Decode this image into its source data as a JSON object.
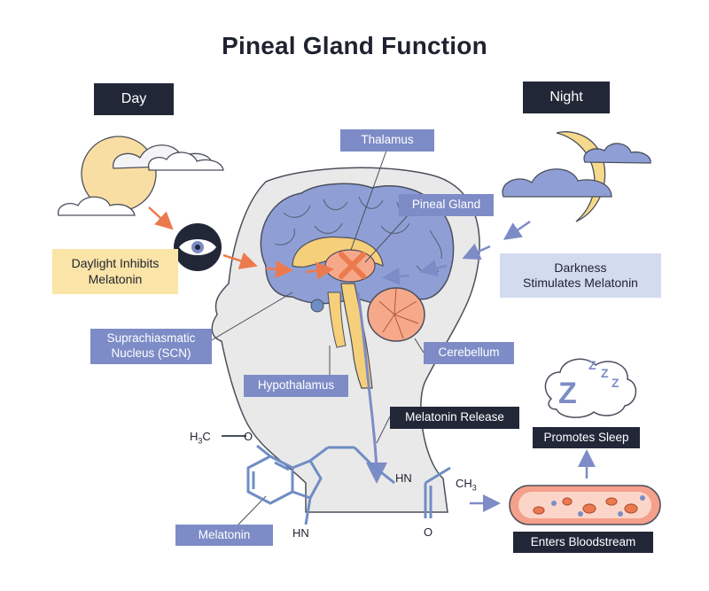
{
  "title": "Pineal Gland Function",
  "labels": {
    "day": "Day",
    "night": "Night",
    "thalamus": "Thalamus",
    "pineal_gland": "Pineal Gland",
    "daylight_line1": "Daylight Inhibits",
    "daylight_line2": "Melatonin",
    "darkness_line1": "Darkness",
    "darkness_line2": "Stimulates Melatonin",
    "scn_line1": "Suprachiasmatic",
    "scn_line2": "Nucleus (SCN)",
    "cerebellum": "Cerebellum",
    "hypothalamus": "Hypothalamus",
    "melatonin_release": "Melatonin Release",
    "melatonin": "Melatonin",
    "promotes_sleep": "Promotes Sleep",
    "enters_bloodstream": "Enters Bloodstream"
  },
  "chemistry": {
    "h3c": "H",
    "h3c_sub": "3",
    "h3c_tail": "C",
    "o_top": "O",
    "hn_ring": "HN",
    "hn_chain": "HN",
    "ch3": "CH",
    "ch3_sub": "3",
    "o_bottom": "O"
  },
  "sleep_glyphs": {
    "big_z": "Z",
    "small_z1": "Z",
    "small_z2": "Z",
    "small_z3": "Z"
  },
  "colors": {
    "dark_label": "#222738",
    "blue_label": "#7d8cc6",
    "pale_blue": "#d3dbef",
    "yellow": "#fbe4a7",
    "sun": "#f9dea3",
    "arrow_orange": "#ec7a4f",
    "arrow_blue": "#7d8cc6",
    "head": "#e8e8e8"
  }
}
